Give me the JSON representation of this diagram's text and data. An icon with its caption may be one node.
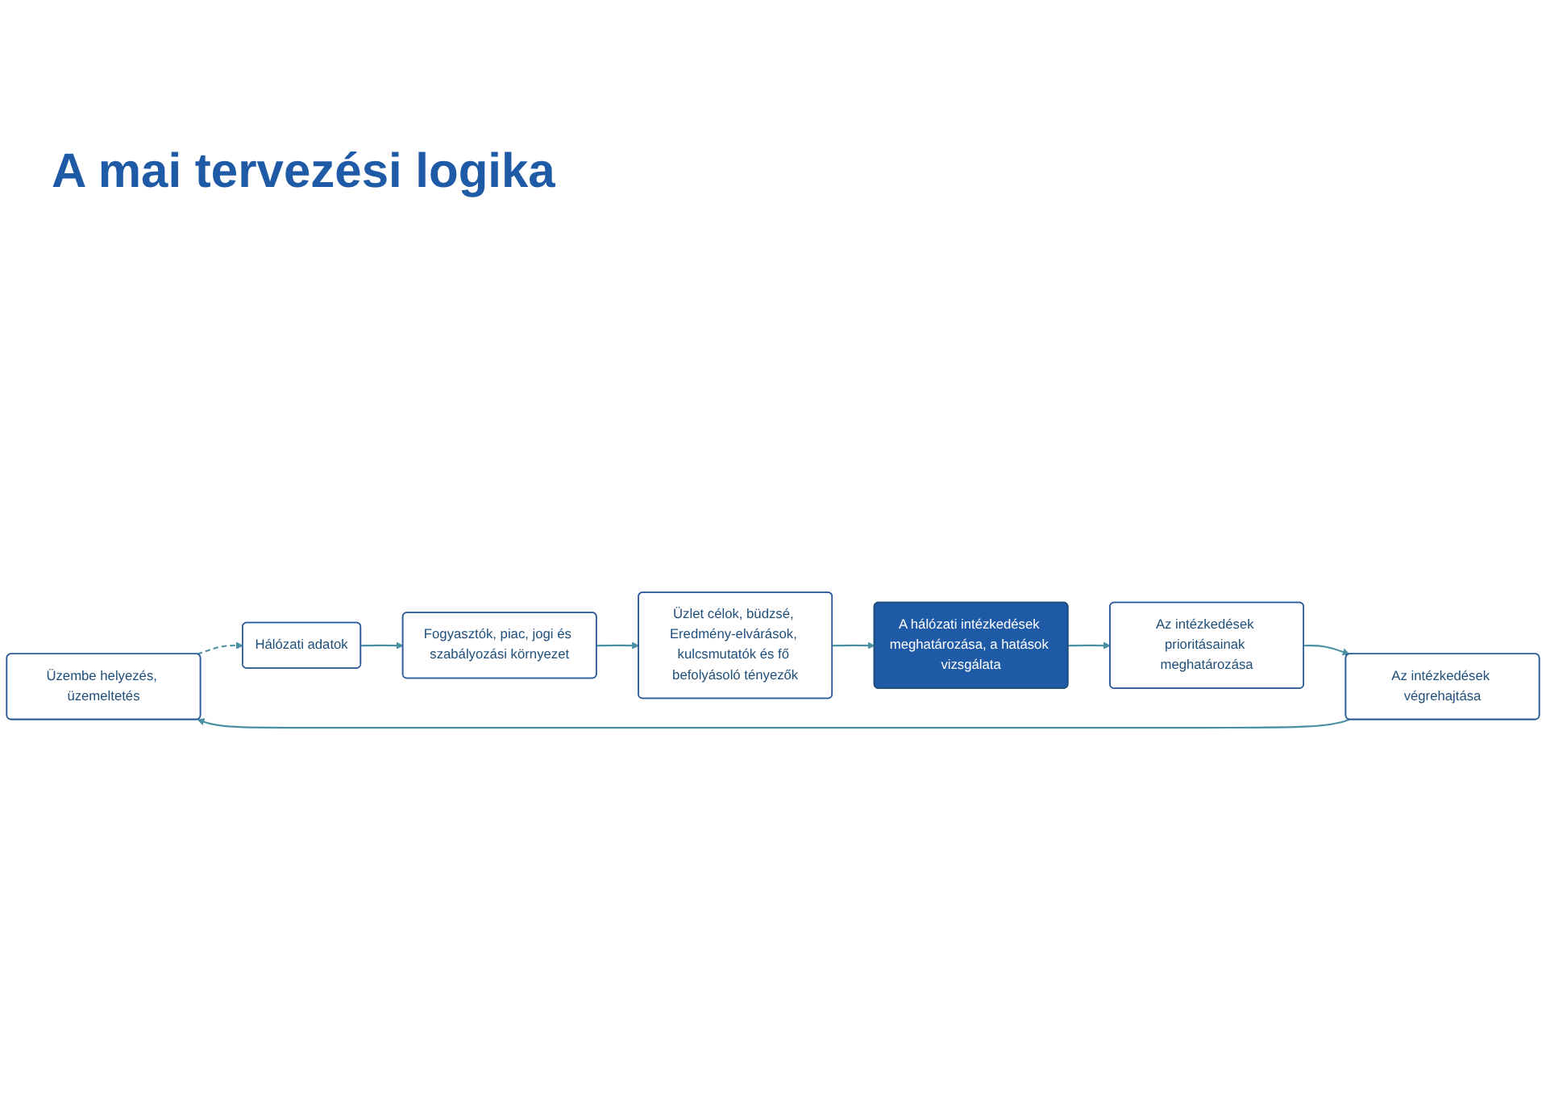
{
  "diagram": {
    "title": "A mai tervezési logika",
    "nodes": [
      {
        "text": [
          "Üzembe helyezés, üzemeltetés"
        ]
      },
      {
        "text": [
          "Hálózati adatok"
        ]
      },
      {
        "text": [
          "Fogyasztók, piac, jogi és szabályozási környezet"
        ]
      },
      {
        "text": [
          "Üzlet célok, büdzsé, Eredmény-elvárások, kulcsmutatók és fő befolyásoló tényezők"
        ]
      },
      {
        "text": [
          "A hálózati intézkedések meghatározása, a hatások vizsgálata"
        ]
      },
      {
        "text": [
          "Az intézkedések prioritásainak meghatározása"
        ]
      },
      {
        "text": [
          "Az intézkedések végrehajtása"
        ]
      }
    ],
    "edges": [
      {
        "from": 0,
        "to": 1,
        "arrow": "to",
        "style": "dashed"
      },
      {
        "from": 1,
        "to": 2,
        "arrow": "to"
      },
      {
        "from": 2,
        "to": 3,
        "arrow": "to"
      },
      {
        "from": 3,
        "to": 4,
        "arrow": "to"
      },
      {
        "from": 4,
        "to": 5,
        "arrow": "to"
      },
      {
        "from": 5,
        "to": 6,
        "arrow": "to"
      },
      {
        "from": 6,
        "to": 0,
        "arrow": "to"
      }
    ]
  }
}
